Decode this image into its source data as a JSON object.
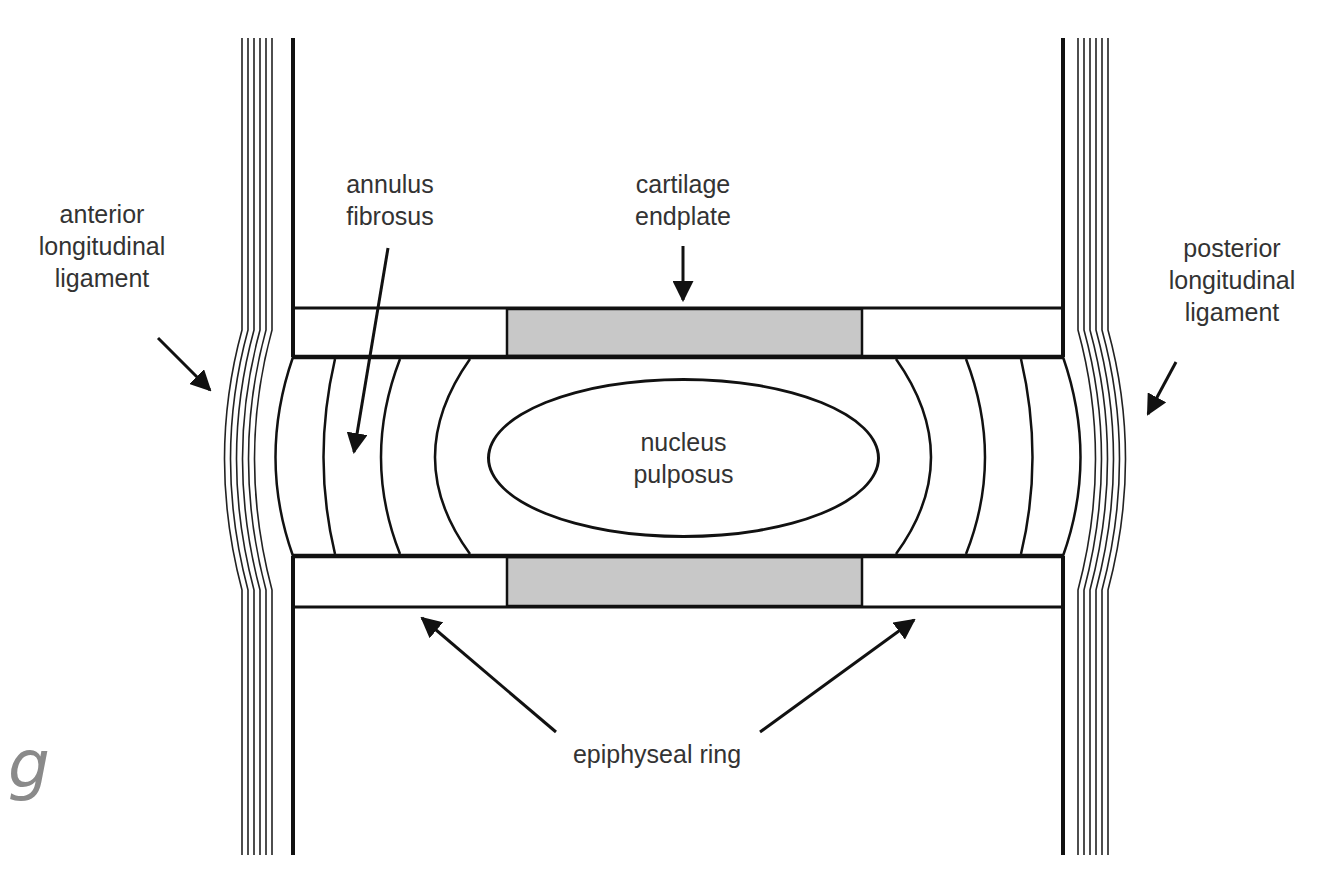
{
  "diagram": {
    "nodes": [
      {
        "text": [
          "nucleus pulposus"
        ]
      }
    ],
    "edges": [],
    "labels": [
      "anterior longitudinal ligament",
      "annulus fibrosus",
      "cartilage endplate",
      "posterior longitudinal ligament",
      "epiphyseal ring",
      "g"
    ]
  }
}
